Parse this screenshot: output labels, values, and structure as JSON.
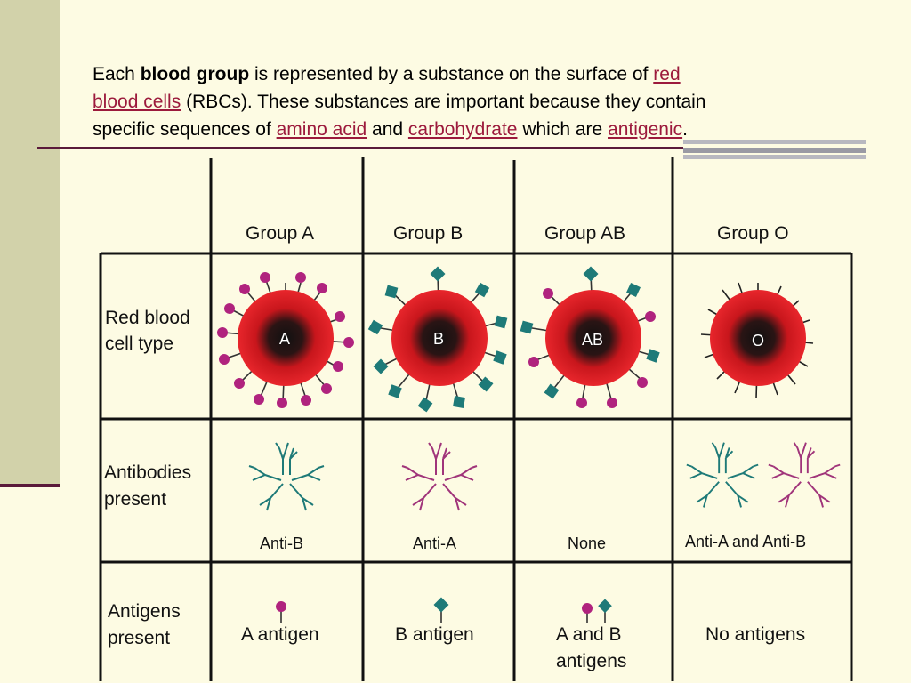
{
  "intro": {
    "t1": "Each ",
    "blood_group": "blood group",
    "t2": " is represented by a substance on the surface of ",
    "link_rbc_1": "red",
    "link_rbc_2": "blood cells",
    "t3": " (RBCs). These substances are important because they contain",
    "t4": "specific sequences of ",
    "link_amino": "amino acid",
    "t5": " and ",
    "link_carb": "carbohydrate",
    "t6": " which are ",
    "link_antigenic": "antigenic",
    "t7": "."
  },
  "table": {
    "columns": [
      "Group A",
      "Group B",
      "Group AB",
      "Group O"
    ],
    "rows": {
      "rbc_line1": "Red blood",
      "rbc_line2": "cell type",
      "antibodies_line1": "Antibodies",
      "antibodies_line2": "present",
      "antigens_line1": "Antigens",
      "antigens_line2": "present"
    },
    "cell_letters": [
      "A",
      "B",
      "AB",
      "O"
    ],
    "antibodies": [
      "Anti-B",
      "Anti-A",
      "None",
      "Anti-A and Anti-B"
    ],
    "antigens": [
      "A antigen",
      "B antigen",
      "A and B",
      "antigens",
      "No antigens"
    ]
  },
  "colors": {
    "link": "#9c1a3c",
    "a_antigen": "#b0237e",
    "b_antigen": "#1e7a78",
    "cell_outer": "#e8262c",
    "cell_core": "#1a1a1a"
  }
}
